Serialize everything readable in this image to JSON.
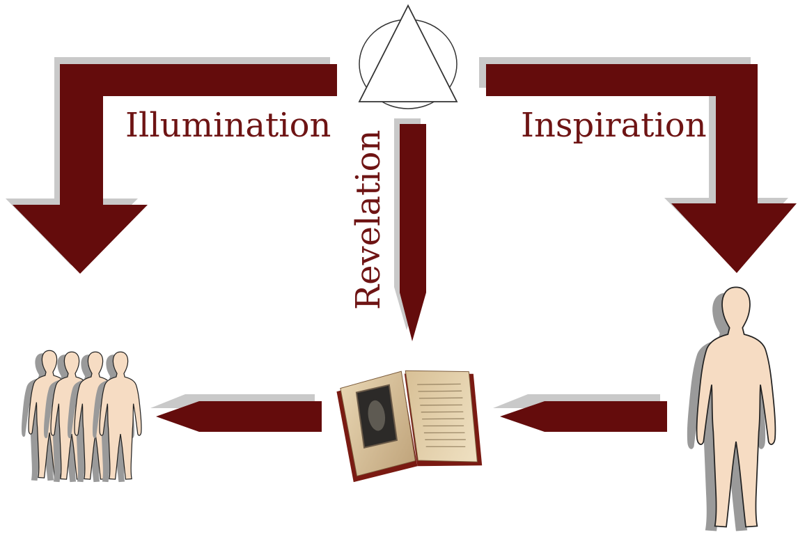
{
  "labels": {
    "illumination": "Illumination",
    "revelation": "Revelation",
    "inspiration": "Inspiration"
  },
  "colors": {
    "arrow": "#640c0c",
    "shadow": "#c9c9c9",
    "text": "#6e1414",
    "skin": "#f6dcc3",
    "figure_shadow": "#9a9a9a"
  },
  "icons": {
    "trinity": "triangle-circle-icon",
    "book": "open-book-icon",
    "group": "people-group-icon",
    "person": "person-icon"
  }
}
